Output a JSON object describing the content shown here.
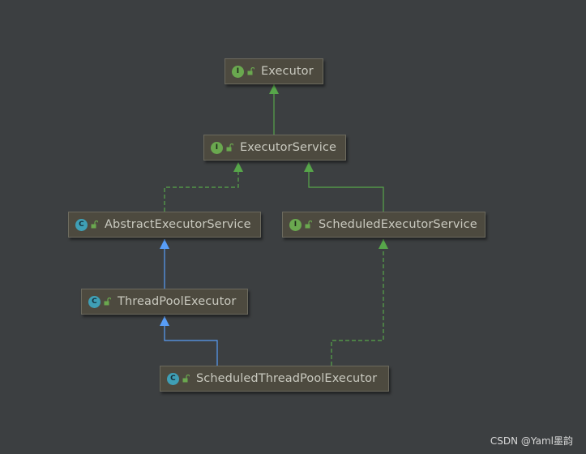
{
  "diagram": {
    "nodes": [
      {
        "id": "executor",
        "kind": "I",
        "label": "Executor"
      },
      {
        "id": "executor-service",
        "kind": "I",
        "label": "ExecutorService"
      },
      {
        "id": "abstract-executor-service",
        "kind": "C",
        "label": "AbstractExecutorService"
      },
      {
        "id": "scheduled-executor-service",
        "kind": "I",
        "label": "ScheduledExecutorService"
      },
      {
        "id": "thread-pool-executor",
        "kind": "C",
        "label": "ThreadPoolExecutor"
      },
      {
        "id": "scheduled-thread-pool-executor",
        "kind": "C",
        "label": "ScheduledThreadPoolExecutor"
      }
    ],
    "edges": [
      {
        "from": "executor-service",
        "to": "executor",
        "type": "extends-interface"
      },
      {
        "from": "abstract-executor-service",
        "to": "executor-service",
        "type": "implements"
      },
      {
        "from": "scheduled-executor-service",
        "to": "executor-service",
        "type": "extends-interface"
      },
      {
        "from": "thread-pool-executor",
        "to": "abstract-executor-service",
        "type": "extends-class"
      },
      {
        "from": "scheduled-thread-pool-executor",
        "to": "thread-pool-executor",
        "type": "extends-class"
      },
      {
        "from": "scheduled-thread-pool-executor",
        "to": "scheduled-executor-service",
        "type": "implements"
      }
    ],
    "colors": {
      "background": "#3c3f41",
      "interface_edge": "#57a64a",
      "class_edge": "#589df6"
    }
  },
  "watermark": "CSDN @Yaml墨韵"
}
